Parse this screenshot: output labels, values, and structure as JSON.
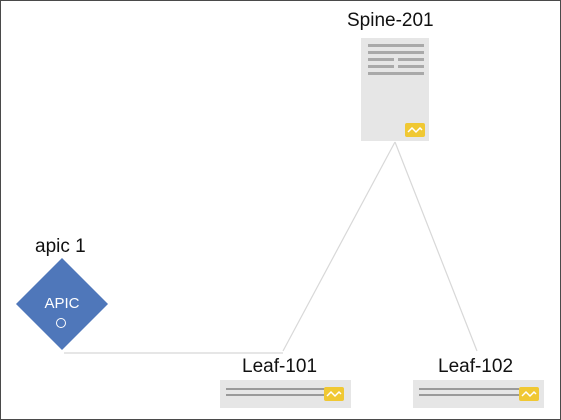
{
  "nodes": {
    "spine": {
      "name": "Spine-201"
    },
    "apic": {
      "name": "apic 1",
      "badge": "APIC"
    },
    "leaf1": {
      "name": "Leaf-101"
    },
    "leaf2": {
      "name": "Leaf-102"
    }
  },
  "colors": {
    "apic_fill": "#4f77ba",
    "switch_fill": "#e6e6e6",
    "status_icon": "#f0c833",
    "link": "#d8d8d8"
  }
}
